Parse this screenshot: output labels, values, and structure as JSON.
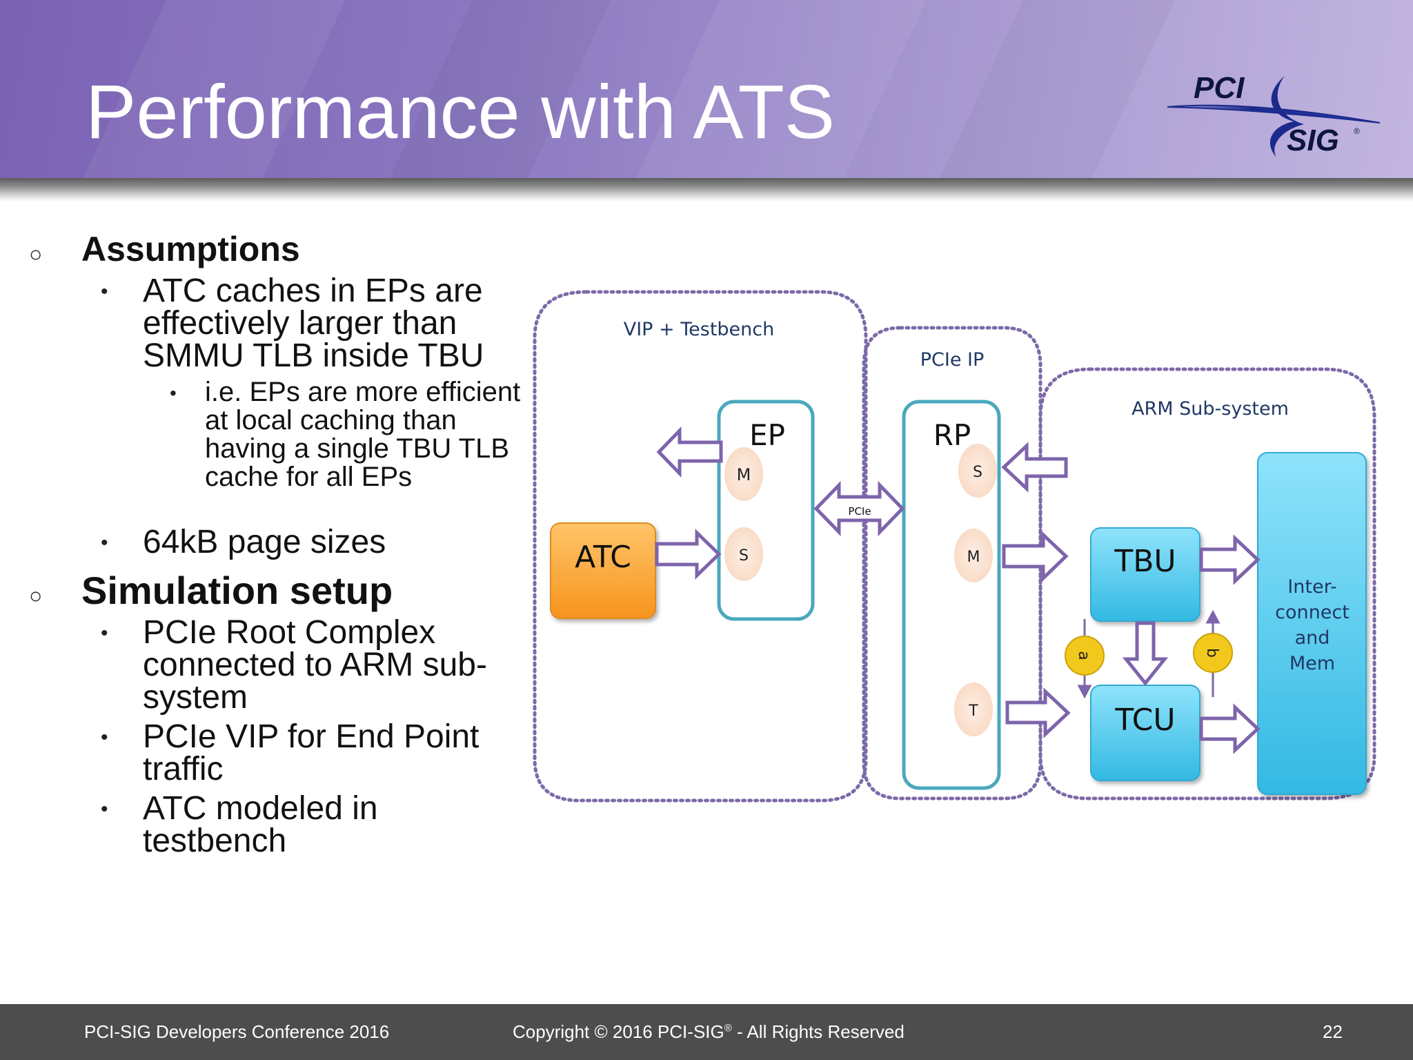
{
  "slide": {
    "title": "Performance with ATS",
    "logo": {
      "text_top": "PCI",
      "text_bottom": "SIG",
      "registered": "®"
    }
  },
  "outline": [
    {
      "heading": "Assumptions",
      "items": [
        {
          "text": "ATC caches in EPs are effectively larger than SMMU TLB inside TBU",
          "subitems": [
            "i.e. EPs are more efficient at local caching than having a single TBU TLB cache for all EPs"
          ]
        },
        {
          "text": "64kB page sizes"
        }
      ]
    },
    {
      "heading": "Simulation setup",
      "items": [
        {
          "text": "PCIe Root Complex connected to ARM sub-system"
        },
        {
          "text": "PCIe VIP for End Point traffic"
        },
        {
          "text": "ATC modeled in testbench"
        }
      ]
    }
  ],
  "diagram": {
    "regions": {
      "vip": "VIP + Testbench",
      "pcie_ip": "PCIe IP",
      "arm": "ARM Sub-system"
    },
    "blocks": {
      "ep": "EP",
      "rp": "RP",
      "atc": "ATC",
      "tbu": "TBU",
      "tcu": "TCU",
      "interconnect": [
        "Inter-",
        "connect",
        "and",
        "Mem"
      ]
    },
    "ports": {
      "ep_m": "M",
      "ep_s": "S",
      "rp_s": "S",
      "rp_m": "M",
      "rp_t": "T"
    },
    "link_label": "PCIe",
    "markers": {
      "a": "a",
      "b": "b"
    },
    "colors": {
      "region_border": "#7c6aa8",
      "block_border": "#4aa8bd",
      "arrow": "#7d64ab",
      "atc_fill": "#f8a23a",
      "cyan_fill": "#42c4e8",
      "port_fill": "#fbe3d3",
      "marker_fill": "#f2c81d",
      "label_text": "#1f3864"
    }
  },
  "footer": {
    "conference": "PCI-SIG Developers Conference 2016",
    "copyright_pre": "Copyright © 2016 PCI-SIG",
    "copyright_reg": "®",
    "copyright_post": " - All Rights Reserved",
    "page_number": "22"
  }
}
